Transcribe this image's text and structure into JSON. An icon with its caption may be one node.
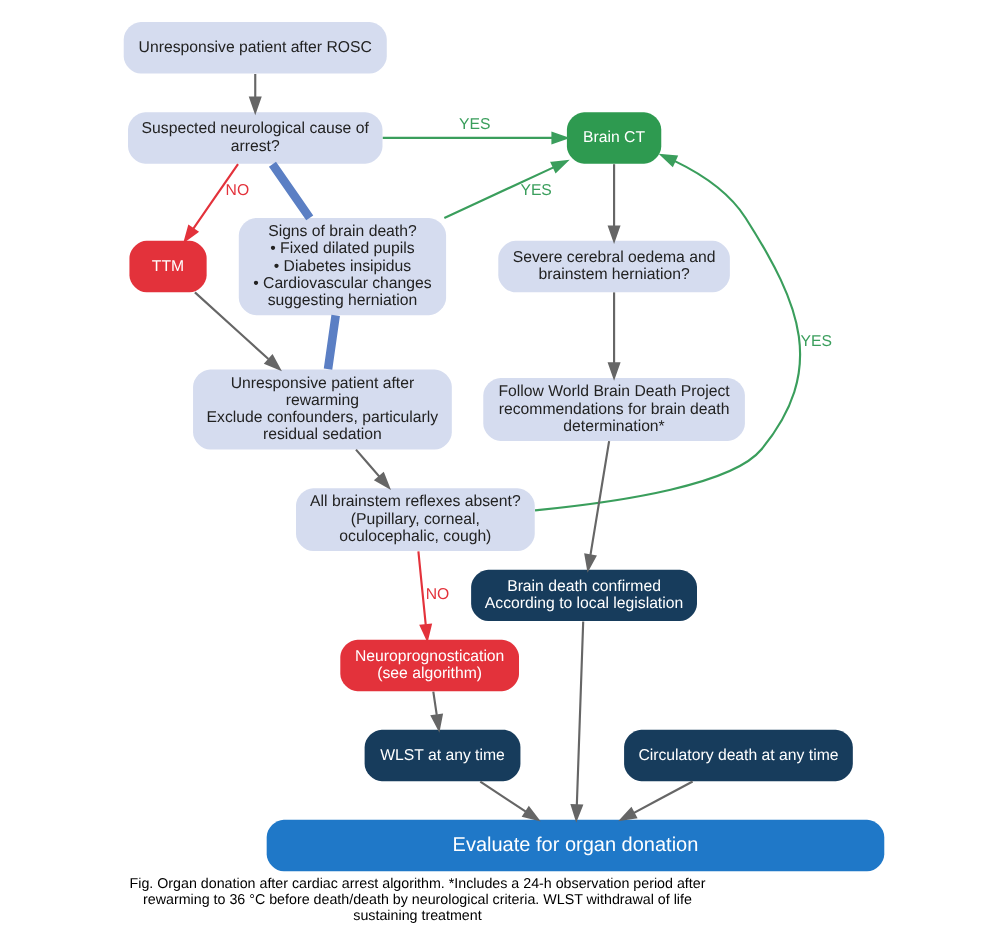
{
  "diagram": {
    "caption": "Fig. Organ donation after cardiac arrest algorithm. *Includes a 24-h observation period after rewarming to 36 °C before death/death by neurological criteria. WLST withdrawal of life sustaining treatment",
    "nodes": [
      {
        "text": [
          "Unresponsive patient after ROSC"
        ]
      },
      {
        "text": [
          "Suspected neurological cause of arrest?"
        ]
      },
      {
        "text": [
          "Brain CT"
        ]
      },
      {
        "text": [
          "TTM"
        ]
      },
      {
        "text": [
          "Signs of brain death?",
          "• Fixed dilated pupils",
          "• Diabetes insipidus",
          "• Cardiovascular changes suggesting herniation"
        ]
      },
      {
        "text": [
          "Unresponsive patient after rewarming",
          "Exclude confounders, particularly residual sedation"
        ]
      },
      {
        "text": [
          "All brainstem reflexes absent?",
          "(Pupillary, corneal, oculocephalic, cough)"
        ]
      },
      {
        "text": [
          "Severe cerebral oedema and brainstem herniation?"
        ]
      },
      {
        "text": [
          "Follow World Brain Death Project recommendations for brain death determination*"
        ]
      },
      {
        "text": [
          "Neuroprognostication",
          "(see algorithm)"
        ]
      },
      {
        "text": [
          "WLST at any time"
        ]
      },
      {
        "text": [
          "Brain death confirmed",
          "According to local legislation"
        ]
      },
      {
        "text": [
          "Evaluate for organ donation"
        ]
      },
      {
        "text": [
          "Circulatory death at any time"
        ]
      }
    ],
    "edges": [
      {
        "from": 0,
        "to": 1,
        "arrow": "to"
      },
      {
        "from": 1,
        "to": 2,
        "arrow": "to",
        "label": "YES",
        "color": "#3a9e5c"
      },
      {
        "from": 1,
        "to": 3,
        "arrow": "to",
        "label": "NO",
        "color": "#e3323b"
      },
      {
        "from": 1,
        "to": 4,
        "arrow": "none",
        "style": "thick",
        "color": "#5b7fc4"
      },
      {
        "from": 4,
        "to": 5,
        "arrow": "none",
        "style": "thick",
        "color": "#5b7fc4"
      },
      {
        "from": 4,
        "to": 2,
        "arrow": "to",
        "label": "YES",
        "color": "#3a9e5c"
      },
      {
        "from": 3,
        "to": 5,
        "arrow": "to"
      },
      {
        "from": 5,
        "to": 6,
        "arrow": "to"
      },
      {
        "from": 6,
        "to": 2,
        "arrow": "to",
        "label": "YES",
        "color": "#3a9e5c"
      },
      {
        "from": 6,
        "to": 9,
        "arrow": "to",
        "label": "NO",
        "color": "#e3323b"
      },
      {
        "from": 2,
        "to": 7,
        "arrow": "to"
      },
      {
        "from": 7,
        "to": 8,
        "arrow": "to"
      },
      {
        "from": 9,
        "to": 10,
        "arrow": "to"
      },
      {
        "from": 8,
        "to": 11,
        "arrow": "to"
      },
      {
        "from": 10,
        "to": 12,
        "arrow": "to"
      },
      {
        "from": 11,
        "to": 12,
        "arrow": "to"
      },
      {
        "from": 13,
        "to": 12,
        "arrow": "to"
      }
    ]
  }
}
